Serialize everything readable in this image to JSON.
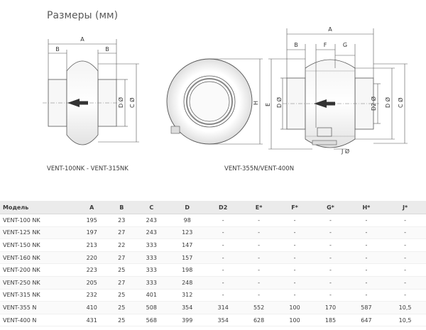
{
  "heading": "Размеры (мм)",
  "captions": {
    "left": "VENT-100NK - VENT-315NK",
    "right": "VENT-355N/VENT-400N"
  },
  "labels": {
    "a": "A",
    "b": "B",
    "c": "C",
    "d": "D",
    "e": "E",
    "f": "F",
    "g": "G",
    "h": "H",
    "c_dia": "C Ø",
    "d_dia": "D Ø",
    "d2_dia": "D2 Ø",
    "j_dia": "J Ø"
  },
  "table": {
    "headers": [
      "Модель",
      "A",
      "B",
      "C",
      "D",
      "D2",
      "E*",
      "F*",
      "G*",
      "H*",
      "J*"
    ],
    "rows": [
      [
        "VENT-100 NK",
        "195",
        "23",
        "243",
        "98",
        "-",
        "-",
        "-",
        "-",
        "-",
        "-"
      ],
      [
        "VENT-125 NK",
        "197",
        "27",
        "243",
        "123",
        "-",
        "-",
        "-",
        "-",
        "-",
        "-"
      ],
      [
        "VENT-150 NK",
        "213",
        "22",
        "333",
        "147",
        "-",
        "-",
        "-",
        "-",
        "-",
        "-"
      ],
      [
        "VENT-160 NK",
        "220",
        "27",
        "333",
        "157",
        "-",
        "-",
        "-",
        "-",
        "-",
        "-"
      ],
      [
        "VENT-200 NK",
        "223",
        "25",
        "333",
        "198",
        "-",
        "-",
        "-",
        "-",
        "-",
        "-"
      ],
      [
        "VENT-250 NK",
        "205",
        "27",
        "333",
        "248",
        "-",
        "-",
        "-",
        "-",
        "-",
        "-"
      ],
      [
        "VENT-315 NK",
        "232",
        "25",
        "401",
        "312",
        "-",
        "-",
        "-",
        "-",
        "-",
        "-"
      ],
      [
        "VENT-355 N",
        "410",
        "25",
        "508",
        "354",
        "314",
        "552",
        "100",
        "170",
        "587",
        "10,5"
      ],
      [
        "VENT-400 N",
        "431",
        "25",
        "568",
        "399",
        "354",
        "628",
        "100",
        "185",
        "647",
        "10,5"
      ]
    ]
  },
  "colors": {
    "line": "#555555",
    "accent": "#3a3a3a",
    "header_bg": "#ebebeb"
  }
}
